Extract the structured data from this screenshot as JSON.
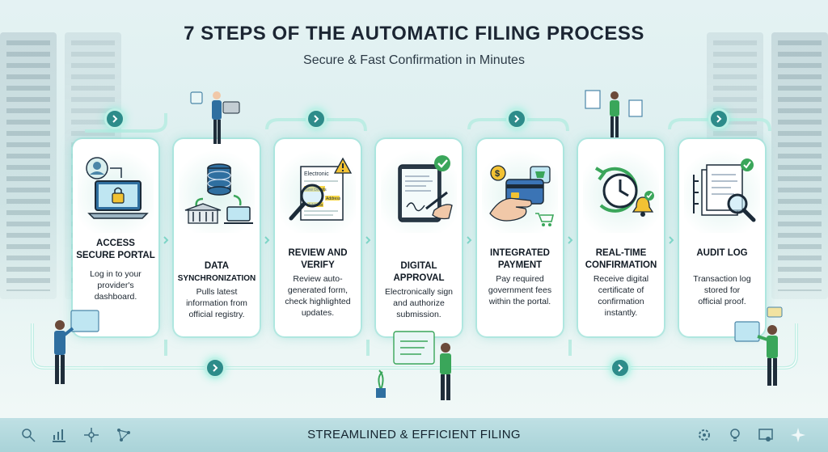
{
  "header": {
    "title": "7 STEPS OF THE AUTOMATIC FILING PROCESS",
    "subtitle": "Secure & Fast Confirmation in Minutes"
  },
  "steps": [
    {
      "title_lines": [
        "ACCESS",
        "SECURE PORTAL"
      ],
      "desc": [
        "Log in to your",
        "provider's",
        "dashboard."
      ],
      "icon": "laptop-lock-icon"
    },
    {
      "title_lines": [
        "DATA",
        "SYNCHRONIZATION"
      ],
      "desc": [
        "Pulls latest",
        "information from",
        "official registry."
      ],
      "icon": "database-sync-icon"
    },
    {
      "title_lines": [
        "REVIEW AND",
        "VERIFY"
      ],
      "desc": [
        "Review auto-",
        "generated form,",
        "check highlighted",
        "updates."
      ],
      "icon": "document-magnifier-icon"
    },
    {
      "title_lines": [
        "DIGITAL",
        "APPROVAL"
      ],
      "desc": [
        "Electronically sign",
        "and authorize",
        "submission."
      ],
      "icon": "tablet-signature-icon"
    },
    {
      "title_lines": [
        "INTEGRATED",
        "PAYMENT"
      ],
      "desc": [
        "Pay required",
        "government fees",
        "within the portal."
      ],
      "icon": "card-payment-icon"
    },
    {
      "title_lines": [
        "REAL-TIME",
        "CONFIRMATION"
      ],
      "desc": [
        "Receive digital",
        "certificate of",
        "confirmation",
        "instantly."
      ],
      "icon": "clock-bell-icon"
    },
    {
      "title_lines": [
        "AUDIT LOG"
      ],
      "desc": [
        "Transaction log",
        "stored for",
        "official proof."
      ],
      "icon": "audit-document-icon"
    }
  ],
  "illustration_text": {
    "review_doc_header": "Electronic",
    "review_highlight_1": "New Details",
    "review_highlight_2": "Address",
    "review_highlight_3": "Address"
  },
  "footer": {
    "label": "STREAMLINED & EFFICIENT FILING"
  },
  "colors": {
    "accent": "#2d8c8a",
    "glow": "#9fe8db",
    "footer_bg": "#b4d9dd"
  }
}
